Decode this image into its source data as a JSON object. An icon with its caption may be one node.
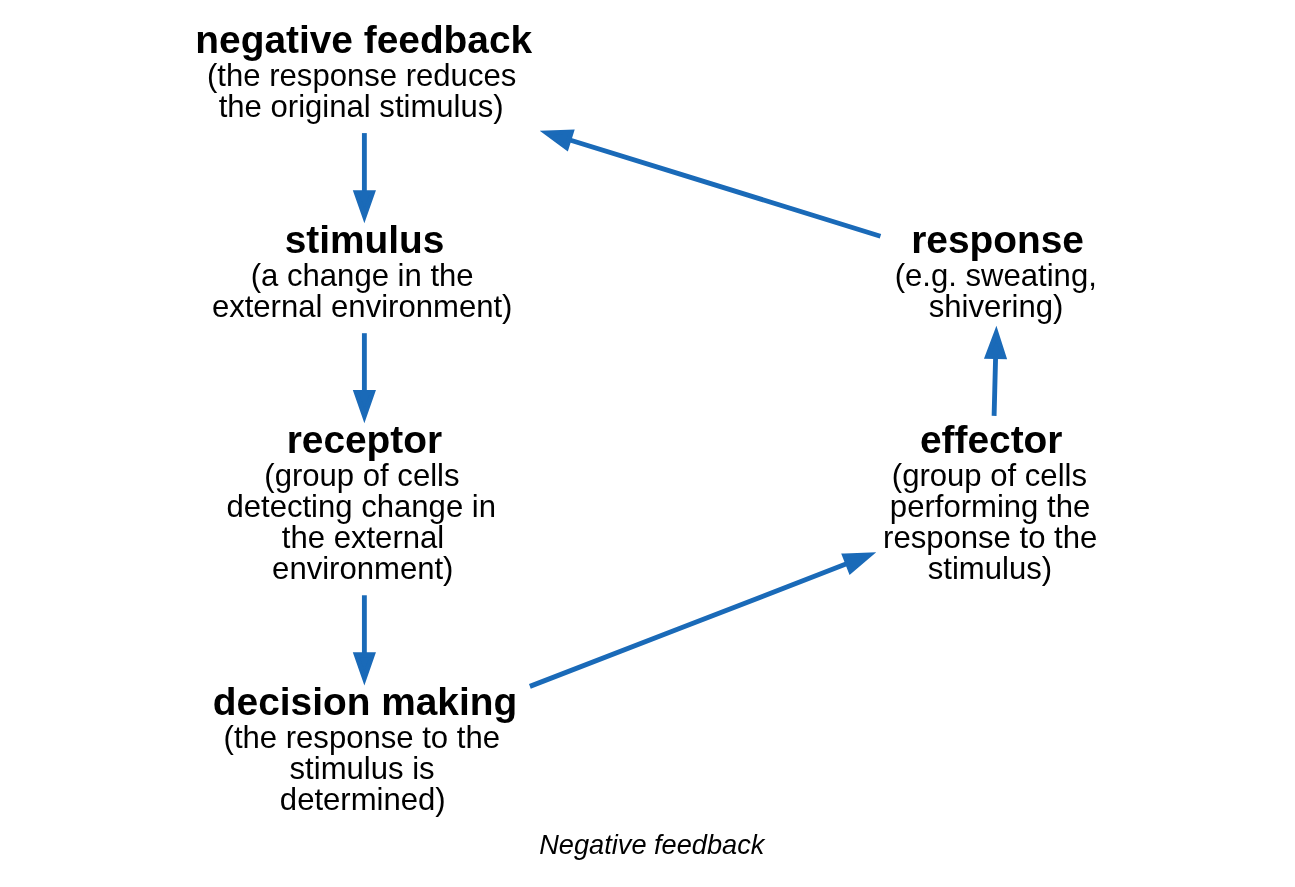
{
  "diagram": {
    "caption": "Negative feedback",
    "nodes": [
      {
        "text": [
          "negative feedback",
          "(the response reduces the original stimulus)"
        ]
      },
      {
        "text": [
          "stimulus",
          "(a change in the external environment)"
        ]
      },
      {
        "text": [
          "receptor",
          "(group of cells detecting change in the external environment)"
        ]
      },
      {
        "text": [
          "decision making",
          "(the response to the stimulus is determined)"
        ]
      },
      {
        "text": [
          "effector",
          "(group of cells performing the response to the stimulus)"
        ]
      },
      {
        "text": [
          "response",
          "(e.g. sweating, shivering)"
        ]
      }
    ],
    "edges": [
      {
        "from": 0,
        "to": 1,
        "arrow": "to"
      },
      {
        "from": 1,
        "to": 2,
        "arrow": "to"
      },
      {
        "from": 2,
        "to": 3,
        "arrow": "to"
      },
      {
        "from": 3,
        "to": 4,
        "arrow": "to"
      },
      {
        "from": 4,
        "to": 5,
        "arrow": "to"
      },
      {
        "from": 5,
        "to": 0,
        "arrow": "to"
      }
    ]
  }
}
